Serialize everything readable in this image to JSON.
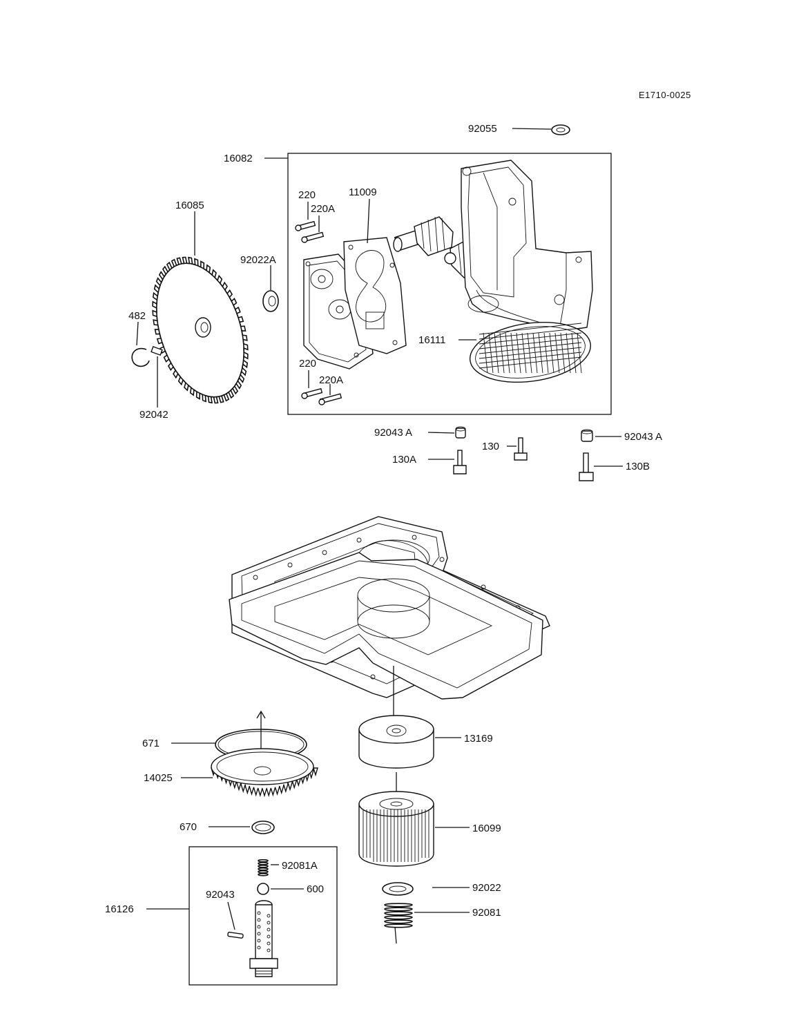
{
  "diagram_code": "E1710-0025",
  "labels": {
    "p92055": "92055",
    "p16082": "16082",
    "p220_top": "220",
    "p220A_top": "220A",
    "p11009": "11009",
    "p16085": "16085",
    "p92022A": "92022A",
    "p482": "482",
    "p92042": "92042",
    "p220_bot": "220",
    "p220A_bot": "220A",
    "p16111": "16111",
    "p92043A_left": "92043 A",
    "p92043A_right": "92043 A",
    "p130": "130",
    "p130A": "130A",
    "p130B": "130B",
    "p671": "671",
    "p14025": "14025",
    "p670": "670",
    "p16126": "16126",
    "p92081A": "92081A",
    "p600": "600",
    "p92043": "92043",
    "p13169": "13169",
    "p16099": "16099",
    "p92022": "92022",
    "p92081": "92081"
  }
}
